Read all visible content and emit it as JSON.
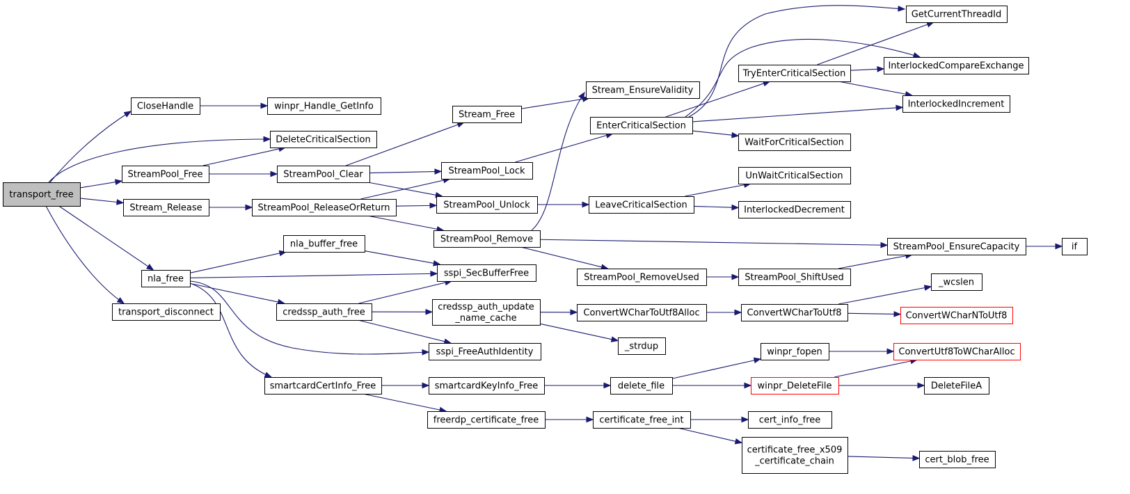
{
  "graph": {
    "colors": {
      "edge": "#191970",
      "node_border": "#000000",
      "node_border_truncated": "#ff0000",
      "root_fill": "#bfbfbf",
      "node_fill": "#ffffff"
    },
    "nodes": {
      "transport_free": {
        "label": [
          "transport_free"
        ],
        "root": true
      },
      "CloseHandle": {
        "label": [
          "CloseHandle"
        ]
      },
      "winpr_Handle_GetInfo": {
        "label": [
          "winpr_Handle_GetInfo"
        ]
      },
      "DeleteCriticalSection": {
        "label": [
          "DeleteCriticalSection"
        ]
      },
      "StreamPool_Free": {
        "label": [
          "StreamPool_Free"
        ]
      },
      "StreamPool_Clear": {
        "label": [
          "StreamPool_Clear"
        ]
      },
      "Stream_Free": {
        "label": [
          "Stream_Free"
        ]
      },
      "Stream_EnsureValidity": {
        "label": [
          "Stream_EnsureValidity"
        ]
      },
      "StreamPool_Lock": {
        "label": [
          "StreamPool_Lock"
        ]
      },
      "EnterCriticalSection": {
        "label": [
          "EnterCriticalSection"
        ]
      },
      "GetCurrentThreadId": {
        "label": [
          "GetCurrentThreadId"
        ]
      },
      "TryEnterCriticalSection": {
        "label": [
          "TryEnterCriticalSection"
        ]
      },
      "InterlockedCompareExchange": {
        "label": [
          "InterlockedCompareExchange"
        ]
      },
      "InterlockedIncrement": {
        "label": [
          "InterlockedIncrement"
        ]
      },
      "WaitForCriticalSection": {
        "label": [
          "WaitForCriticalSection"
        ]
      },
      "UnWaitCriticalSection": {
        "label": [
          "UnWaitCriticalSection"
        ]
      },
      "StreamPool_Unlock": {
        "label": [
          "StreamPool_Unlock"
        ]
      },
      "LeaveCriticalSection": {
        "label": [
          "LeaveCriticalSection"
        ]
      },
      "InterlockedDecrement": {
        "label": [
          "InterlockedDecrement"
        ]
      },
      "Stream_Release": {
        "label": [
          "Stream_Release"
        ]
      },
      "StreamPool_ReleaseOrReturn": {
        "label": [
          "StreamPool_ReleaseOrReturn"
        ]
      },
      "StreamPool_Remove": {
        "label": [
          "StreamPool_Remove"
        ]
      },
      "StreamPool_EnsureCapacity": {
        "label": [
          "StreamPool_EnsureCapacity"
        ]
      },
      "if": {
        "label": [
          "if"
        ]
      },
      "StreamPool_RemoveUsed": {
        "label": [
          "StreamPool_RemoveUsed"
        ]
      },
      "StreamPool_ShiftUsed": {
        "label": [
          "StreamPool_ShiftUsed"
        ]
      },
      "nla_free": {
        "label": [
          "nla_free"
        ]
      },
      "nla_buffer_free": {
        "label": [
          "nla_buffer_free"
        ]
      },
      "sspi_SecBufferFree": {
        "label": [
          "sspi_SecBufferFree"
        ]
      },
      "credssp_auth_free": {
        "label": [
          "credssp_auth_free"
        ]
      },
      "credssp_auth_update_name_cache": {
        "label": [
          "credssp_auth_update",
          "_name_cache"
        ]
      },
      "ConvertWCharToUtf8Alloc": {
        "label": [
          "ConvertWCharToUtf8Alloc"
        ]
      },
      "ConvertWCharToUtf8": {
        "label": [
          "ConvertWCharToUtf8"
        ]
      },
      "_wcslen": {
        "label": [
          "_wcslen"
        ]
      },
      "ConvertWCharNToUtf8": {
        "label": [
          "ConvertWCharNToUtf8"
        ],
        "truncated": true
      },
      "_strdup": {
        "label": [
          "_strdup"
        ]
      },
      "sspi_FreeAuthIdentity": {
        "label": [
          "sspi_FreeAuthIdentity"
        ]
      },
      "transport_disconnect": {
        "label": [
          "transport_disconnect"
        ]
      },
      "smartcardCertInfo_Free": {
        "label": [
          "smartcardCertInfo_Free"
        ]
      },
      "smartcardKeyInfo_Free": {
        "label": [
          "smartcardKeyInfo_Free"
        ]
      },
      "delete_file": {
        "label": [
          "delete_file"
        ]
      },
      "winpr_fopen": {
        "label": [
          "winpr_fopen"
        ]
      },
      "ConvertUtf8ToWCharAlloc": {
        "label": [
          "ConvertUtf8ToWCharAlloc"
        ],
        "truncated": true
      },
      "winpr_DeleteFile": {
        "label": [
          "winpr_DeleteFile"
        ],
        "truncated": true
      },
      "DeleteFileA": {
        "label": [
          "DeleteFileA"
        ]
      },
      "freerdp_certificate_free": {
        "label": [
          "freerdp_certificate_free"
        ]
      },
      "certificate_free_int": {
        "label": [
          "certificate_free_int"
        ]
      },
      "cert_info_free": {
        "label": [
          "cert_info_free"
        ]
      },
      "certificate_free_x509_certificate_chain": {
        "label": [
          "certificate_free_x509",
          "_certificate_chain"
        ]
      },
      "cert_blob_free": {
        "label": [
          "cert_blob_free"
        ]
      }
    },
    "edges": [
      [
        "transport_free",
        "CloseHandle"
      ],
      [
        "CloseHandle",
        "winpr_Handle_GetInfo"
      ],
      [
        "transport_free",
        "DeleteCriticalSection"
      ],
      [
        "transport_free",
        "StreamPool_Free"
      ],
      [
        "StreamPool_Free",
        "DeleteCriticalSection"
      ],
      [
        "StreamPool_Free",
        "StreamPool_Clear"
      ],
      [
        "StreamPool_Clear",
        "Stream_Free"
      ],
      [
        "StreamPool_Clear",
        "StreamPool_Lock"
      ],
      [
        "StreamPool_Clear",
        "StreamPool_Unlock"
      ],
      [
        "Stream_Free",
        "Stream_EnsureValidity"
      ],
      [
        "StreamPool_Lock",
        "EnterCriticalSection"
      ],
      [
        "EnterCriticalSection",
        "GetCurrentThreadId"
      ],
      [
        "EnterCriticalSection",
        "InterlockedCompareExchange"
      ],
      [
        "EnterCriticalSection",
        "TryEnterCriticalSection"
      ],
      [
        "EnterCriticalSection",
        "InterlockedIncrement"
      ],
      [
        "EnterCriticalSection",
        "WaitForCriticalSection"
      ],
      [
        "TryEnterCriticalSection",
        "GetCurrentThreadId"
      ],
      [
        "TryEnterCriticalSection",
        "InterlockedCompareExchange"
      ],
      [
        "TryEnterCriticalSection",
        "InterlockedIncrement"
      ],
      [
        "StreamPool_Unlock",
        "LeaveCriticalSection"
      ],
      [
        "LeaveCriticalSection",
        "UnWaitCriticalSection"
      ],
      [
        "LeaveCriticalSection",
        "InterlockedDecrement"
      ],
      [
        "transport_free",
        "Stream_Release"
      ],
      [
        "Stream_Release",
        "StreamPool_ReleaseOrReturn"
      ],
      [
        "StreamPool_ReleaseOrReturn",
        "StreamPool_Lock"
      ],
      [
        "StreamPool_ReleaseOrReturn",
        "StreamPool_Unlock"
      ],
      [
        "StreamPool_ReleaseOrReturn",
        "StreamPool_Remove"
      ],
      [
        "StreamPool_Remove",
        "Stream_EnsureValidity"
      ],
      [
        "StreamPool_Remove",
        "StreamPool_EnsureCapacity"
      ],
      [
        "StreamPool_Remove",
        "StreamPool_RemoveUsed"
      ],
      [
        "StreamPool_RemoveUsed",
        "StreamPool_ShiftUsed"
      ],
      [
        "StreamPool_ShiftUsed",
        "StreamPool_EnsureCapacity"
      ],
      [
        "StreamPool_EnsureCapacity",
        "if"
      ],
      [
        "transport_free",
        "nla_free"
      ],
      [
        "nla_free",
        "nla_buffer_free"
      ],
      [
        "nla_free",
        "sspi_SecBufferFree"
      ],
      [
        "nla_free",
        "credssp_auth_free"
      ],
      [
        "nla_free",
        "sspi_FreeAuthIdentity"
      ],
      [
        "nla_free",
        "smartcardCertInfo_Free"
      ],
      [
        "nla_buffer_free",
        "sspi_SecBufferFree"
      ],
      [
        "credssp_auth_free",
        "sspi_SecBufferFree"
      ],
      [
        "credssp_auth_free",
        "credssp_auth_update_name_cache"
      ],
      [
        "credssp_auth_free",
        "sspi_FreeAuthIdentity"
      ],
      [
        "credssp_auth_update_name_cache",
        "ConvertWCharToUtf8Alloc"
      ],
      [
        "credssp_auth_update_name_cache",
        "_strdup"
      ],
      [
        "ConvertWCharToUtf8Alloc",
        "ConvertWCharToUtf8"
      ],
      [
        "ConvertWCharToUtf8",
        "_wcslen"
      ],
      [
        "ConvertWCharToUtf8",
        "ConvertWCharNToUtf8"
      ],
      [
        "transport_free",
        "transport_disconnect"
      ],
      [
        "smartcardCertInfo_Free",
        "smartcardKeyInfo_Free"
      ],
      [
        "smartcardCertInfo_Free",
        "freerdp_certificate_free"
      ],
      [
        "smartcardKeyInfo_Free",
        "delete_file"
      ],
      [
        "delete_file",
        "winpr_fopen"
      ],
      [
        "delete_file",
        "winpr_DeleteFile"
      ],
      [
        "winpr_fopen",
        "ConvertUtf8ToWCharAlloc"
      ],
      [
        "winpr_DeleteFile",
        "ConvertUtf8ToWCharAlloc"
      ],
      [
        "winpr_DeleteFile",
        "DeleteFileA"
      ],
      [
        "freerdp_certificate_free",
        "certificate_free_int"
      ],
      [
        "certificate_free_int",
        "cert_info_free"
      ],
      [
        "certificate_free_int",
        "certificate_free_x509_certificate_chain"
      ],
      [
        "certificate_free_x509_certificate_chain",
        "cert_blob_free"
      ]
    ]
  }
}
